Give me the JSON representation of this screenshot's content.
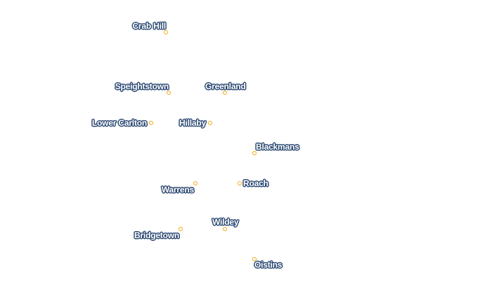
{
  "places": [
    {
      "name": "Crab Hill"
    },
    {
      "name": "Speightstown"
    },
    {
      "name": "Greenland"
    },
    {
      "name": "Lower Carlton"
    },
    {
      "name": "Hillaby"
    },
    {
      "name": "Blackmans"
    },
    {
      "name": "Warrens"
    },
    {
      "name": "Roach"
    },
    {
      "name": "Wildey"
    },
    {
      "name": "Bridgetown"
    },
    {
      "name": "Oistins"
    }
  ],
  "colors": {
    "marker_stroke": "#f3a712",
    "label_fill": "#ffffff",
    "label_halo": "#2d4a73",
    "background": "#ffffff"
  }
}
